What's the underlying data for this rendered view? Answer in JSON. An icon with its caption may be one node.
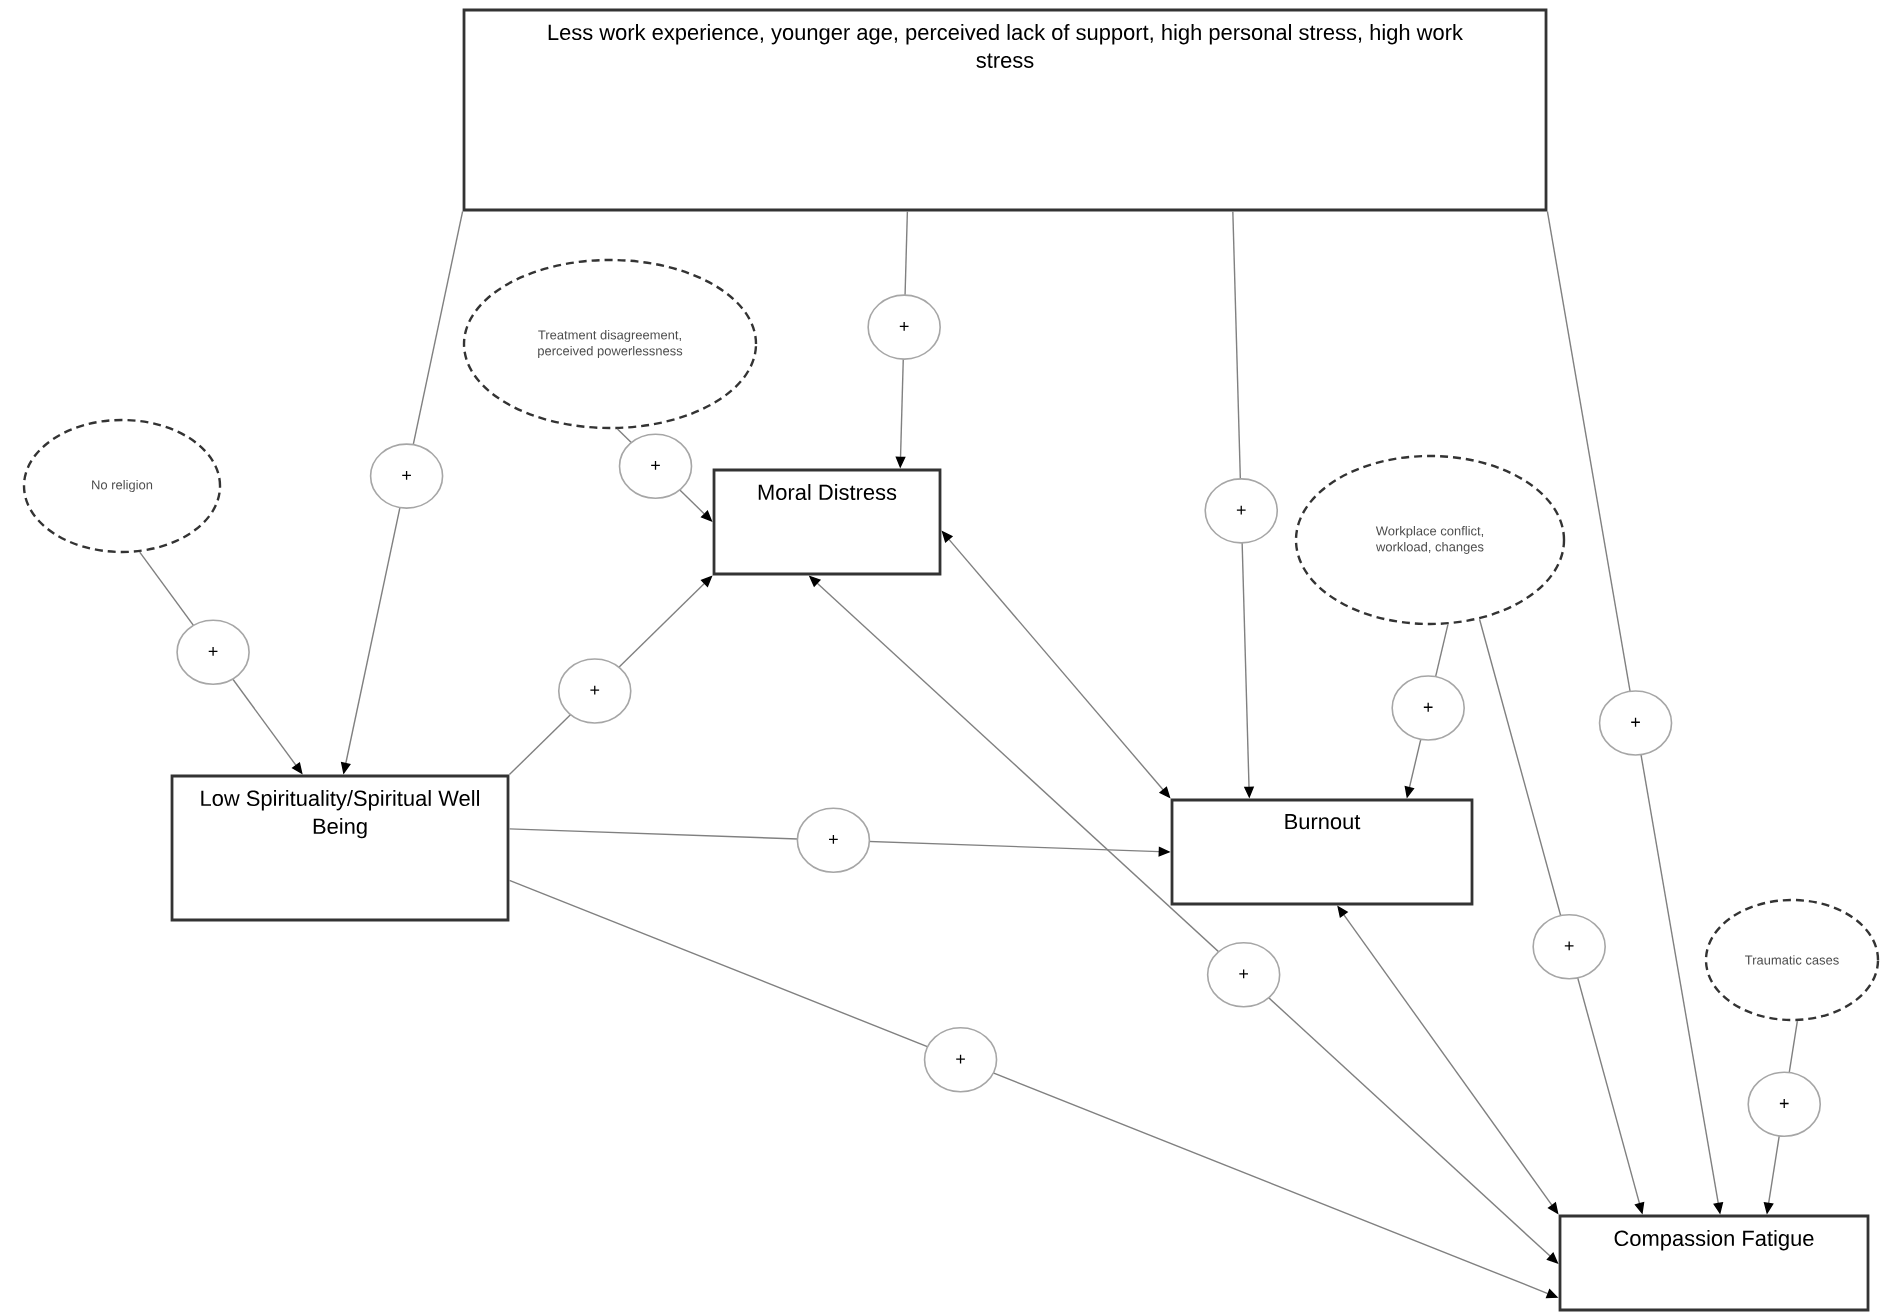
{
  "diagram": {
    "nodes": [
      {
        "text": [
          "Less work experience, younger age, perceived lack of support, high personal stress, high work stress"
        ]
      },
      {
        "text": [
          "Treatment disagreement, perceived powerlessness"
        ]
      },
      {
        "text": [
          "No religion"
        ]
      },
      {
        "text": [
          "Moral Distress"
        ]
      },
      {
        "text": [
          "Workplace conflict, workload, changes"
        ]
      },
      {
        "text": [
          "Low Spirituality/Spiritual Well Being"
        ]
      },
      {
        "text": [
          "Burnout"
        ]
      },
      {
        "text": [
          "Traumatic cases"
        ]
      },
      {
        "text": [
          "Compassion Fatigue"
        ]
      }
    ],
    "edges": [
      {
        "from": 0,
        "to": 5,
        "arrow": "to",
        "label": "+"
      },
      {
        "from": 0,
        "to": 3,
        "arrow": "to",
        "label": "+"
      },
      {
        "from": 0,
        "to": 6,
        "arrow": "to",
        "label": "+"
      },
      {
        "from": 0,
        "to": 8,
        "arrow": "to",
        "label": "+"
      },
      {
        "from": 2,
        "to": 5,
        "arrow": "to",
        "label": "+"
      },
      {
        "from": 1,
        "to": 3,
        "arrow": "to",
        "label": "+"
      },
      {
        "from": 5,
        "to": 3,
        "arrow": "to",
        "label": "+"
      },
      {
        "from": 5,
        "to": 6,
        "arrow": "to",
        "label": "+"
      },
      {
        "from": 5,
        "to": 8,
        "arrow": "to",
        "label": "+"
      },
      {
        "from": 3,
        "to": 6,
        "arrow": "both"
      },
      {
        "from": 3,
        "to": 8,
        "arrow": "both",
        "label": "+"
      },
      {
        "from": 6,
        "to": 8,
        "arrow": "both"
      },
      {
        "from": 4,
        "to": 6,
        "arrow": "to",
        "label": "+"
      },
      {
        "from": 4,
        "to": 8,
        "arrow": "to",
        "label": "+"
      },
      {
        "from": 7,
        "to": 8,
        "arrow": "to",
        "label": "+"
      }
    ]
  }
}
